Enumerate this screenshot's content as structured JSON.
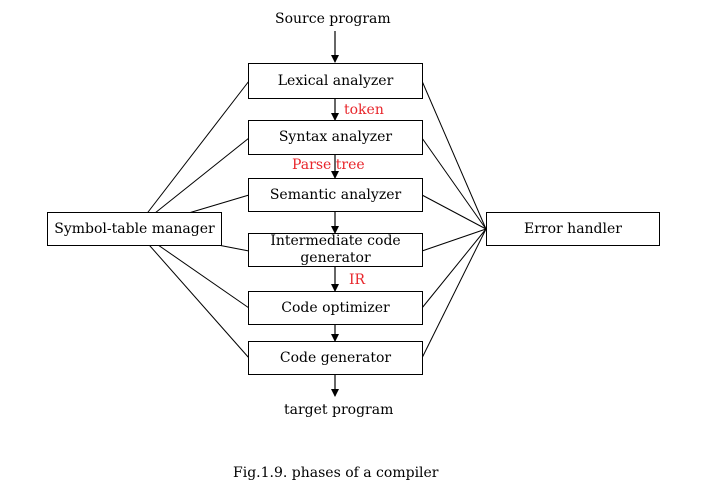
{
  "diagram": {
    "source_label": "Source program",
    "target_label": "target program",
    "phases": [
      {
        "label": "Lexical analyzer"
      },
      {
        "label": "Syntax analyzer"
      },
      {
        "label": "Semantic analyzer"
      },
      {
        "label": "Intermediate code generator"
      },
      {
        "label": "Code optimizer"
      },
      {
        "label": "Code generator"
      }
    ],
    "edge_labels": {
      "token": "token",
      "parse_tree": "Parse tree",
      "ir": "IR"
    },
    "symbol_table": "Symbol-table manager",
    "error_handler": "Error handler",
    "accent_color": "#e8262b"
  },
  "caption": "Fig.1.9. phases of a compiler"
}
